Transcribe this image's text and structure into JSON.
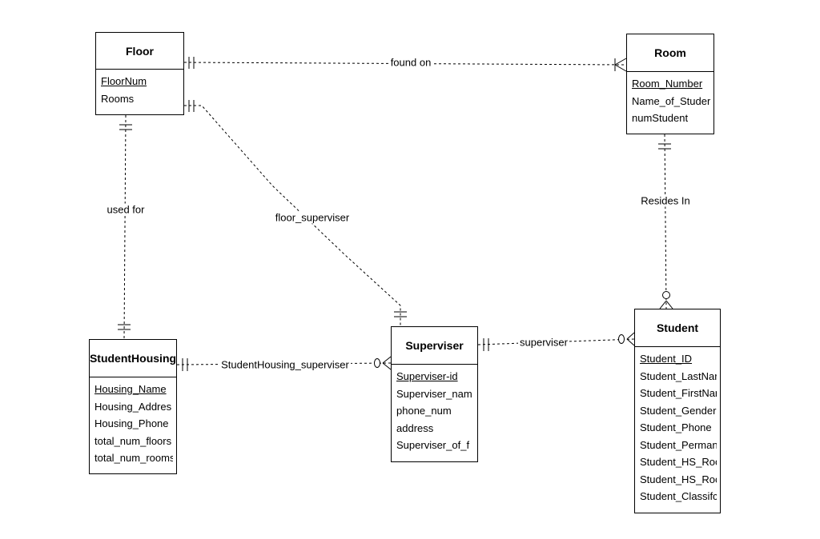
{
  "entities": {
    "floor": {
      "name": "Floor",
      "attributes": [
        {
          "text": "FloorNum",
          "pk": true
        },
        {
          "text": "Rooms",
          "pk": false
        }
      ]
    },
    "room": {
      "name": "Room",
      "attributes": [
        {
          "text": "Room_Number",
          "pk": true
        },
        {
          "text": "Name_of_Studer",
          "pk": false
        },
        {
          "text": "numStudent",
          "pk": false
        }
      ]
    },
    "student_housing": {
      "name": "StudentHousing",
      "attributes": [
        {
          "text": "Housing_Name",
          "pk": true
        },
        {
          "text": "Housing_Addres",
          "pk": false
        },
        {
          "text": "Housing_Phone",
          "pk": false
        },
        {
          "text": "total_num_floors",
          "pk": false
        },
        {
          "text": "total_num_rooms",
          "pk": false
        }
      ]
    },
    "superviser": {
      "name": "Superviser",
      "attributes": [
        {
          "text": "Superviser-id",
          "pk": true
        },
        {
          "text": "Superviser_nam",
          "pk": false
        },
        {
          "text": "phone_num",
          "pk": false
        },
        {
          "text": "address",
          "pk": false
        },
        {
          "text": "Superviser_of_f",
          "pk": false
        }
      ]
    },
    "student": {
      "name": "Student",
      "attributes": [
        {
          "text": "Student_ID",
          "pk": true
        },
        {
          "text": "Student_LastNar",
          "pk": false
        },
        {
          "text": "Student_FirstNar",
          "pk": false
        },
        {
          "text": "Student_Gender",
          "pk": false
        },
        {
          "text": "Student_Phone",
          "pk": false
        },
        {
          "text": "Student_Perman",
          "pk": false
        },
        {
          "text": "Student_HS_Roc",
          "pk": false
        },
        {
          "text": "Student_HS_Roc",
          "pk": false
        },
        {
          "text": "Student_Classifc",
          "pk": false
        }
      ]
    }
  },
  "relationships": {
    "found_on": {
      "label": "found on",
      "from": "floor",
      "to": "room",
      "from_card": "one-and-only-one",
      "to_card": "one-or-many"
    },
    "used_for": {
      "label": "used for",
      "from": "floor",
      "to": "student_housing",
      "from_card": "one-and-only-one",
      "to_card": "one"
    },
    "floor_superviser": {
      "label": "floor_superviser",
      "from": "floor",
      "to": "superviser",
      "from_card": "one-and-only-one",
      "to_card": "one-and-only-one"
    },
    "resides_in": {
      "label": "Resides In",
      "from": "room",
      "to": "student",
      "from_card": "one-and-only-one",
      "to_card": "zero-or-many"
    },
    "studenthousing_superviser": {
      "label": "StudentHousing_superviser",
      "from": "student_housing",
      "to": "superviser",
      "from_card": "one-and-only-one",
      "to_card": "zero-or-many"
    },
    "superviser_rel": {
      "label": "superviser",
      "from": "superviser",
      "to": "student",
      "from_card": "one-and-only-one",
      "to_card": "zero-or-many"
    }
  }
}
